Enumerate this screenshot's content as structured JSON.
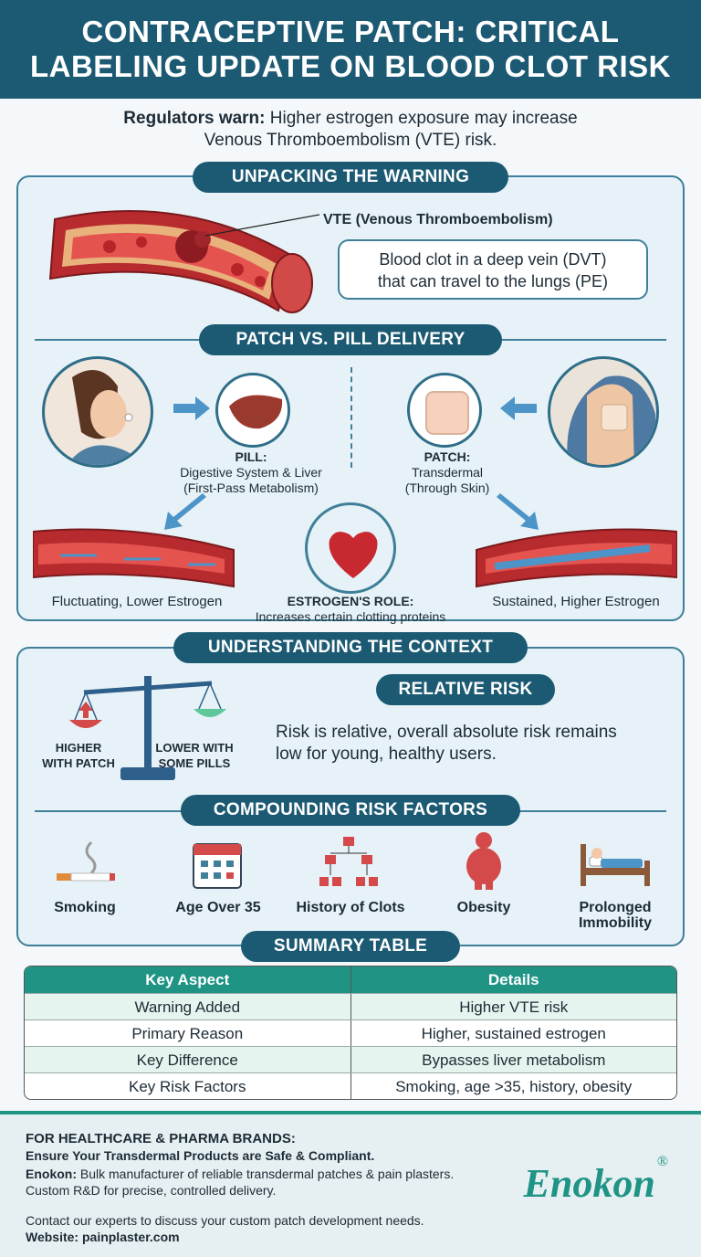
{
  "header": {
    "title_line1": "CONTRACEPTIVE PATCH: CRITICAL",
    "title_line2": "LABELING UPDATE ON BLOOD CLOT RISK"
  },
  "intro": {
    "bold": "Regulators warn:",
    "text1": " Higher estrogen exposure may increase",
    "text2": "Venous Thromboembolism (VTE) risk."
  },
  "warning": {
    "title": "UNPACKING THE WARNING",
    "vte_label": "VTE (Venous Thromboembolism)",
    "callout_line1": "Blood clot in a deep vein (DVT)",
    "callout_line2": "that can travel to the lungs (PE)"
  },
  "delivery": {
    "title": "PATCH VS. PILL DELIVERY",
    "pill_head": "PILL:",
    "pill_line1": "Digestive System & Liver",
    "pill_line2": "(First-Pass Metabolism)",
    "patch_head": "PATCH:",
    "patch_line1": "Transdermal",
    "patch_line2": "(Through Skin)",
    "pill_result": "Fluctuating, Lower Estrogen",
    "patch_result": "Sustained, Higher Estrogen",
    "role_head": "ESTROGEN'S ROLE:",
    "role_text": "Increases certain clotting proteins"
  },
  "context": {
    "title": "UNDERSTANDING THE CONTEXT",
    "scale_left_1": "HIGHER",
    "scale_left_2": "WITH PATCH",
    "scale_right_1": "LOWER WITH",
    "scale_right_2": "SOME PILLS",
    "relative_title": "RELATIVE RISK",
    "relative_line1": "Risk is relative, overall absolute risk remains",
    "relative_line2": "low for young, healthy users.",
    "factors_title": "COMPOUNDING RISK FACTORS",
    "factors": [
      {
        "label": "Smoking",
        "icon": "cigarette-icon"
      },
      {
        "label": "Age Over 35",
        "icon": "calendar-icon"
      },
      {
        "label": "History of Clots",
        "icon": "family-tree-icon"
      },
      {
        "label": "Obesity",
        "icon": "person-icon"
      },
      {
        "label_1": "Prolonged",
        "label_2": "Immobility",
        "icon": "bed-icon"
      }
    ]
  },
  "summary": {
    "title": "SUMMARY TABLE",
    "headers": [
      "Key Aspect",
      "Details"
    ],
    "rows": [
      [
        "Warning Added",
        "Higher VTE risk"
      ],
      [
        "Primary Reason",
        "Higher, sustained estrogen"
      ],
      [
        "Key Difference",
        "Bypasses liver metabolism"
      ],
      [
        "Key Risk Factors",
        "Smoking, age >35, history, obesity"
      ]
    ]
  },
  "footer": {
    "line1": "FOR HEALTHCARE & PHARMA BRANDS:",
    "line2": "Ensure Your Transdermal Products are Safe & Compliant.",
    "brand_inline": "Enokon:",
    "line3": " Bulk manufacturer of reliable transdermal patches & pain plasters. Custom R&D for precise, controlled delivery.",
    "line4": "Contact our experts to discuss your custom patch development needs.",
    "line5": "Website: painplaster.com",
    "brand": "Enokon",
    "reg": "®"
  },
  "colors": {
    "primary": "#1c5a73",
    "teal": "#1f9485",
    "panel": "#e6f2f7",
    "blood": "#c8282f"
  }
}
